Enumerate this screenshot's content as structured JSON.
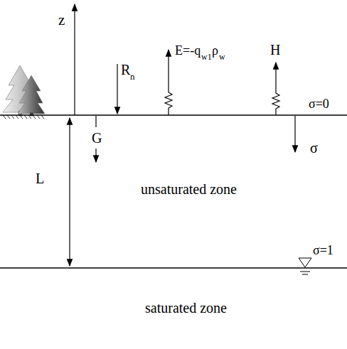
{
  "diagram": {
    "labels": [
      "z",
      "R",
      "n",
      "E=-q",
      "w1",
      "ρ",
      "w",
      "H",
      "σ=0",
      "G",
      "σ",
      "L",
      "unsaturated zone",
      "σ=1",
      "saturated zone"
    ]
  }
}
